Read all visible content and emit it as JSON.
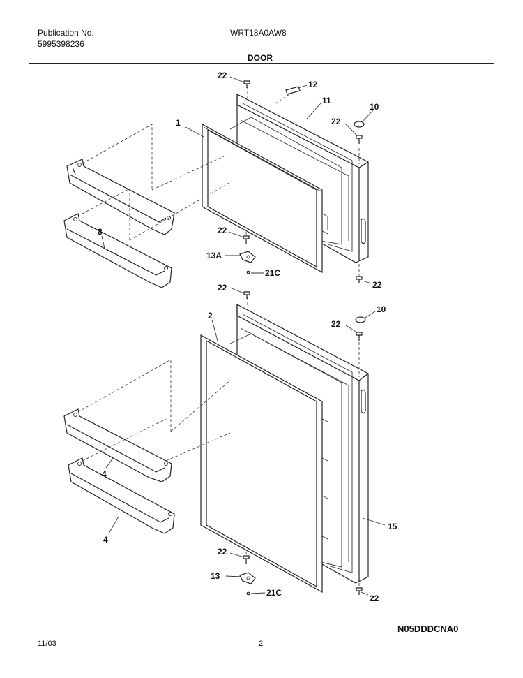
{
  "header": {
    "publication_label": "Publication No.",
    "publication_number": "5995398236",
    "model": "WRT18A0AW8",
    "section_title": "DOOR"
  },
  "callouts": {
    "c22a": "22",
    "c12": "12",
    "c11": "11",
    "c10a": "10",
    "c22b": "22",
    "c1": "1",
    "c8": "8",
    "c22c": "22",
    "c13a": "13A",
    "c21ca": "21C",
    "c22d": "22",
    "c22e": "22",
    "c10b": "10",
    "c22f": "22",
    "c2": "2",
    "c4a": "4",
    "c4b": "4",
    "c15": "15",
    "c22g": "22",
    "c13": "13",
    "c21cb": "21C",
    "c22h": "22"
  },
  "footer": {
    "date": "11/03",
    "page": "2",
    "diagram_code": "N05DDDCNA0"
  }
}
